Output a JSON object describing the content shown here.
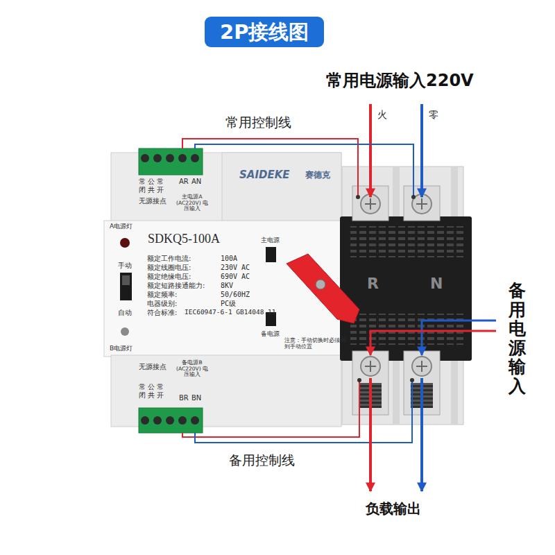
{
  "diagram": {
    "title": "2P接线图",
    "labels": [
      "常用电源输入220V",
      "常用控制线",
      "火",
      "零",
      "常 公 常",
      "闭 共 开",
      "AR",
      "AN",
      "无源接点",
      "主电源A (AC220V) 电压输入",
      "SAIDEKE",
      "赛德克",
      "A电源灯",
      "SDKQ5-100A",
      "手动",
      "自动",
      "B电源灯",
      "主电源",
      "额定工作电流:",
      "100A",
      "额定线圈电压:",
      "230V AC",
      "额定绝缘电压:",
      "690V AC",
      "额定短路接通能力:",
      "8KV",
      "额定频率:",
      "50/60HZ",
      "电器级别:",
      "PC级",
      "符合标准:",
      "IEC60947-6-1 GB14048.11",
      "备电源",
      "R",
      "N",
      "注意：手动切换时必须 投到手动位置",
      "无源接点",
      "备电源B (AC220V) 电压输入",
      "常 公 常",
      "闭 共 开",
      "BR",
      "BN",
      "备用电源输入",
      "备用控制线",
      "负载输出"
    ]
  }
}
